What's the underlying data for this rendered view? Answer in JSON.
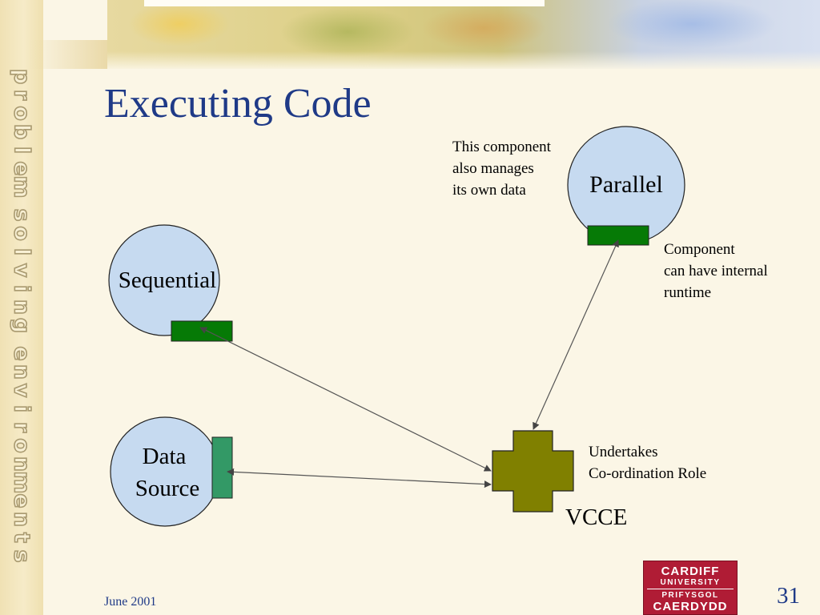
{
  "slide": {
    "title": "Executing Code",
    "side_banner": [
      "Problem",
      "Solving",
      "Environments"
    ],
    "footer_date": "June 2001",
    "page_number": "31",
    "logo": {
      "line1": "CARDIFF",
      "line2": "UNIVERSITY",
      "line3": "PRIFYSGOL",
      "line4": "CAERDYDD"
    }
  },
  "diagram": {
    "nodes": {
      "parallel": {
        "label": "Parallel"
      },
      "sequential": {
        "label": "Sequential"
      },
      "data_source": {
        "label_line1": "Data",
        "label_line2": "Source"
      },
      "vcce": {
        "label": "VCCE"
      }
    },
    "notes": {
      "parallel_note": [
        "This component",
        "also manages",
        "its own data"
      ],
      "runtime_note": [
        "Component",
        "can have internal",
        "runtime"
      ],
      "vcce_note": [
        "Undertakes",
        "Co-ordination Role"
      ]
    },
    "colors": {
      "component_circle": "#c6daf0",
      "port_dark_green": "#067a06",
      "port_sea_green": "#339966",
      "vcce_olive": "#808000",
      "title_blue": "#1f3a87"
    }
  }
}
